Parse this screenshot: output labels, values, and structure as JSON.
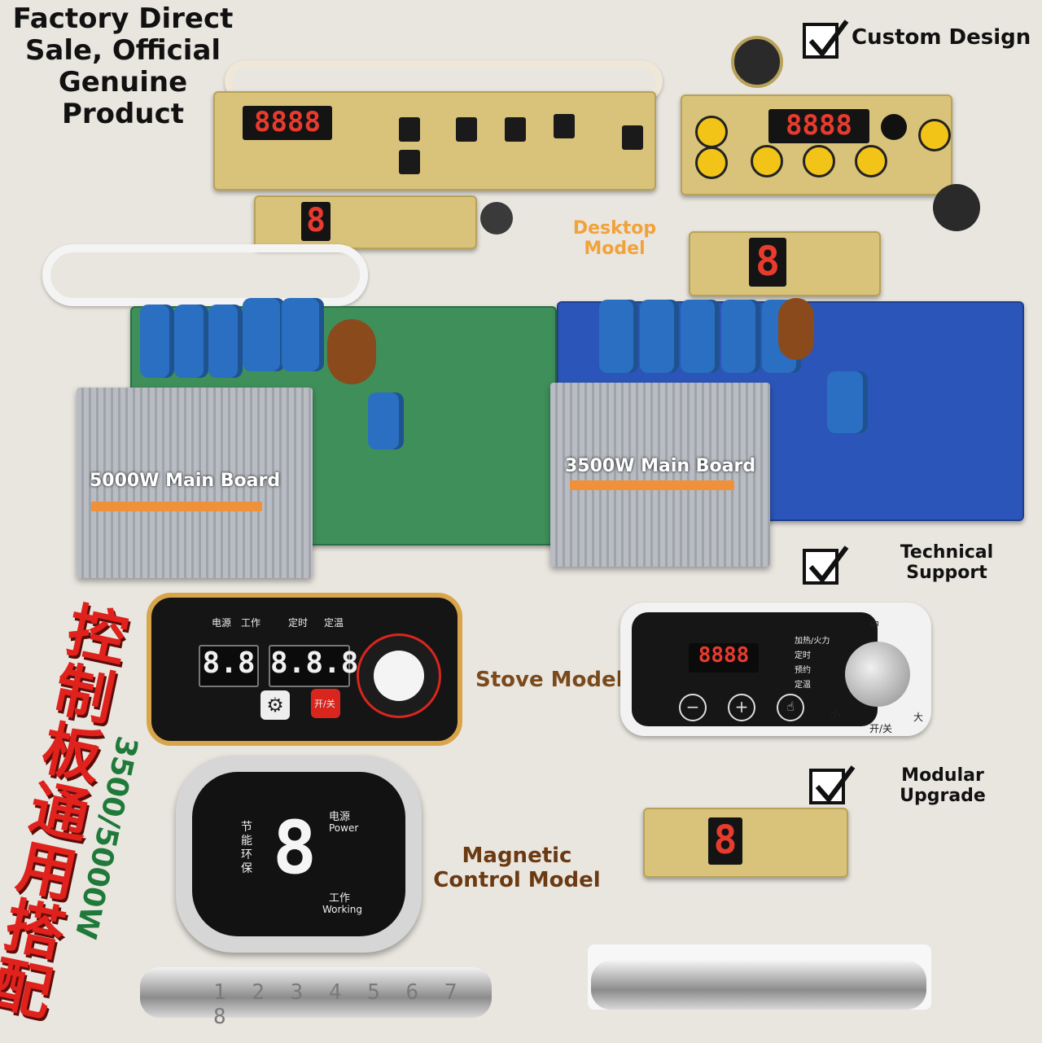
{
  "headline": "Factory Direct Sale, Official Genuine Product",
  "features": {
    "custom_design": "Custom Design",
    "technical_support": "Technical Support",
    "modular_upgrade": "Modular Upgrade"
  },
  "models": {
    "desktop": "Desktop Model",
    "stove": "Stove Model",
    "magnetic": "Magnetic Control Model"
  },
  "boards": {
    "main_5000": "5000W Main Board",
    "main_3500": "3500W Main Board",
    "display_1": "8888",
    "display_2": "8888",
    "display_3": "8",
    "display_4": "8",
    "display_5": "8"
  },
  "stove_panel_left": {
    "labels": [
      "电源",
      "工作",
      "定时",
      "定温"
    ],
    "display_a": "8.8",
    "display_b": "8.8.8",
    "set_label": "设置",
    "power_label": "开/关"
  },
  "stove_panel_right": {
    "display": "8888",
    "labels": [
      "加热/火力",
      "定时",
      "预约",
      "定温"
    ],
    "knob_top": "中",
    "knob_left": "小",
    "knob_right": "大",
    "switch_label": "开/关"
  },
  "magnetic_panel": {
    "digit": "8",
    "left_text": "节能环保",
    "power_cn": "电源",
    "power_en": "Power",
    "working_cn": "工作",
    "working_en": "Working"
  },
  "rod_numbers": "1 2 3 4 5 6 7 8",
  "vertical_cn": "控制板通用搭配",
  "vertical_power": "3500/5000W",
  "colors": {
    "desktop_label": "#f2a23a",
    "model_label": "#6b3a12",
    "stove_label": "#7a4a1c",
    "cn_red": "#e0211c",
    "power_green": "#1f7a3a"
  }
}
